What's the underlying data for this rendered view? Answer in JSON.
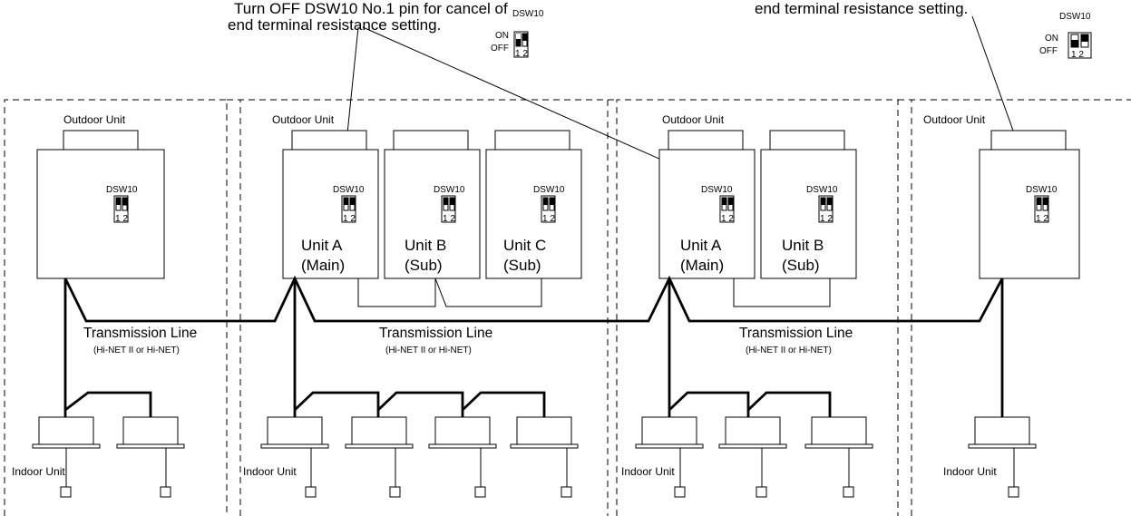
{
  "notes": {
    "note1_line1": "Turn OFF DSW10 No.1 pin for cancel of",
    "note1_line2": "end terminal resistance setting.",
    "note2_line2": "end terminal resistance setting."
  },
  "dsw_top1": {
    "label": "DSW10",
    "on": "ON",
    "off": "OFF",
    "pins": "1 2",
    "pin1": "off",
    "pin2": "on"
  },
  "dsw_top2": {
    "label": "DSW10",
    "on": "ON",
    "off": "OFF",
    "pins": "1 2",
    "pin1": "off",
    "pin2": "on"
  },
  "outdoor_label": "Outdoor Unit",
  "indoor_label": "Indoor Unit",
  "dsw_label": "DSW10",
  "dsw_pins": "1 2",
  "transmission": {
    "title": "Transmission Line",
    "sub": "(Hi-NET II or Hi-NET)"
  },
  "units": {
    "u1a_name": "Unit A",
    "u1a_role": "(Main)",
    "u1b_name": "Unit B",
    "u1b_role": "(Sub)",
    "u1c_name": "Unit C",
    "u1c_role": "(Sub)",
    "u2a_name": "Unit A",
    "u2a_role": "(Main)",
    "u2b_name": "Unit B",
    "u2b_role": "(Sub)"
  },
  "switch_states": {
    "sys1": [
      "on",
      "off"
    ],
    "sys2": [
      "on",
      "on"
    ],
    "sys3": [
      "on",
      "on"
    ],
    "sys4": [
      "on",
      "on"
    ]
  }
}
